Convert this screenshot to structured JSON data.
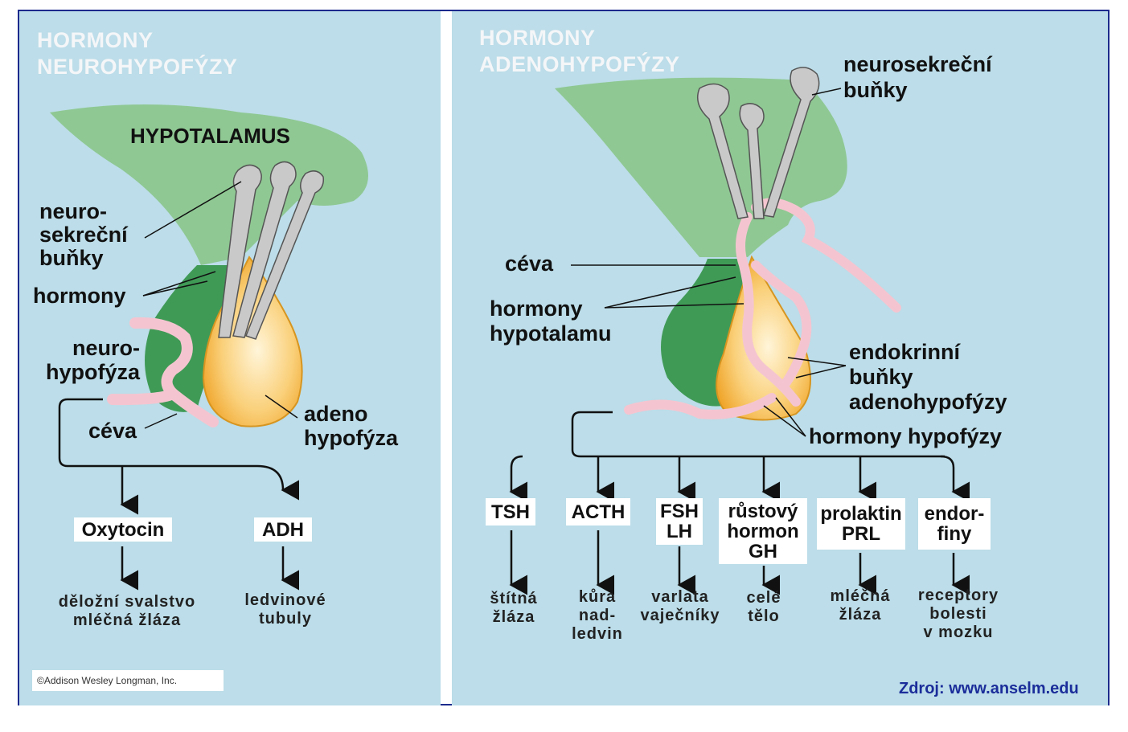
{
  "left": {
    "title_line1": "HORMONY",
    "title_line2": "NEUROHYPOFÝZY",
    "hypotalamus": "HYPOTALAMUS",
    "neurosecretory": "neuro-\nsekreční\nbuňky",
    "hormones": "hormony",
    "neurohypophysis": "neuro-\nhypofýza",
    "vessel": "céva",
    "adenohypophysis": "adeno\nhypofýza",
    "boxes": [
      "Oxytocin",
      "ADH"
    ],
    "targets": [
      "děložní svalstvo\nmléčná žláza",
      "ledvinové\ntubuly"
    ],
    "credit": "©Addison Wesley Longman, Inc."
  },
  "right": {
    "title_line1": "HORMONY",
    "title_line2": "ADENOHYPOFÝZY",
    "neurosecretory": "neurosekreční\nbuňky",
    "vessel": "céva",
    "hypothalamic_hormones": "hormony\nhypotalamu",
    "endocrine_cells": "endokrinní\nbuňky\nadenohypofýzy",
    "pituitary_hormones": "hormony hypofýzy",
    "boxes": [
      "TSH",
      "ACTH",
      "FSH\nLH",
      "růstový\nhormon\nGH",
      "prolaktin\nPRL",
      "endor-\nfiny"
    ],
    "targets": [
      "štítná\nžláza",
      "kůra\nnad-\nledvin",
      "varlata\nvaječníky",
      "celé\ntělo",
      "mléčná\nžláza",
      "receptory\nbolesti\nv mozku"
    ],
    "source": "Zdroj: www.anselm.edu"
  },
  "colors": {
    "background": "#bcdde9",
    "hypothalamus": "#8fc893",
    "neurohypophysis": "#3f9a56",
    "adenohypophysis": "#f7b947",
    "vessel": "#f4c5d0",
    "border": "#1c2a8c"
  }
}
